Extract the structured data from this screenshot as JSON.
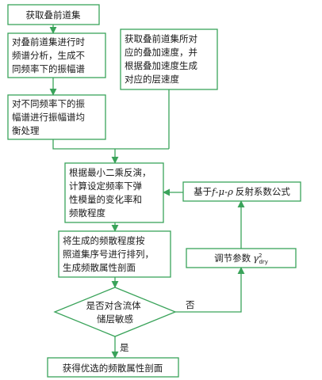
{
  "diagram": {
    "colors": {
      "stroke": "#3aa35a",
      "text": "#1a1a1a",
      "background": "#ffffff"
    },
    "nodes": {
      "acquire": {
        "lines": [
          "获取叠前道集"
        ]
      },
      "spectrum": {
        "lines": [
          "对叠前道集进行时",
          "频谱分析，生成不",
          "同频率下的振幅谱"
        ]
      },
      "velocity": {
        "lines": [
          "获取叠前道集所对",
          "应的叠加速度，并",
          "根据叠加速度生成",
          "对应的层速度"
        ]
      },
      "balance": {
        "lines": [
          "对不同频率下的振",
          "幅谱进行振幅谱均",
          "衡处理"
        ]
      },
      "inversion": {
        "lines": [
          "根据最小二乘反演，",
          "计算设定频率下弹",
          "性模量的变化率和",
          "频散程度"
        ]
      },
      "formula": {
        "prefix": "基于",
        "f": "f",
        "dash1": "-",
        "mu": "μ",
        "dash2": "-",
        "rho": "ρ",
        "suffix": "反射系数公式"
      },
      "sort": {
        "lines": [
          "将生成的频散程度按",
          "照道集序号进行排列，",
          "生成频散属性剖面"
        ]
      },
      "adjust": {
        "prefix": "调节参数",
        "gamma": "γ",
        "sup": "2",
        "sub": "dry"
      },
      "decision": {
        "lines": [
          "是否对含流体",
          "储层敏感"
        ]
      },
      "output": {
        "lines": [
          "获得优选的频散属性剖面"
        ]
      }
    },
    "edge_labels": {
      "no": "否",
      "yes": "是"
    }
  }
}
